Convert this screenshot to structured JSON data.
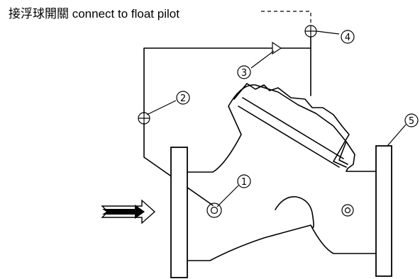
{
  "caption": "接浮球開關 connect to float pilot",
  "markers": {
    "m1": "1",
    "m2": "2",
    "m3": "3",
    "m4": "4",
    "m5": "5"
  }
}
